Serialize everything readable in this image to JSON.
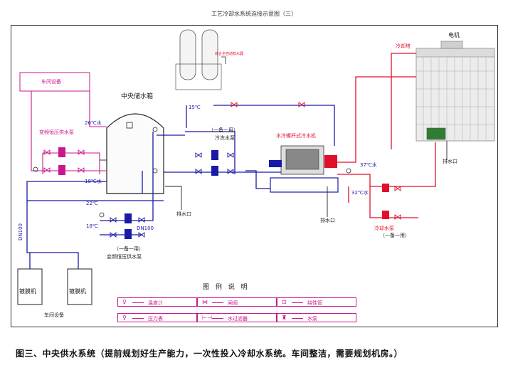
{
  "title": "工艺冷却水系统连接示意图（三）",
  "caption": "图三、中央供水系统（提前规划好生产能力，一次性投入冷却水系统。车间整洁，需要规划机房。）",
  "labels": {
    "workshop_top": "车间设备",
    "workshop_bottom": "车间设备",
    "central_tank": "中央储水箱",
    "vf_pump_top": "变频恒压供水泵",
    "vf_pump_bottom": "变频恒压供水泵",
    "standby1": "（一备一用）",
    "standby2": "（一备一用）",
    "standby3": "（一备一用）",
    "chilled_pump": "冷冻水泵",
    "chiller": "水冷螺杆式冷水机",
    "cooling_tower": "冷却塔",
    "motor": "电机",
    "cooling_pump": "冷却水泵",
    "drain1": "排水口",
    "drain2": "排水口",
    "drain3": "排水口",
    "dn100_a": "DN100",
    "dn100_b": "DN100",
    "membrane1": "镀膜机",
    "membrane2": "镀膜机",
    "softener": "综合全自动软水器",
    "t26": "26℃水",
    "t18a": "18℃水",
    "t15": "15℃",
    "t22": "22℃",
    "t18b": "18℃",
    "t37": "37℃水",
    "t32": "32℃水"
  },
  "legend": {
    "title": "图 例 说 明",
    "items": [
      {
        "symbol": "thermometer-icon",
        "glyph": "♀",
        "text": "温度计"
      },
      {
        "symbol": "valve-icon",
        "glyph": "⋈",
        "text": "闸阀"
      },
      {
        "symbol": "soft-joint-icon",
        "glyph": "⊡",
        "text": "绕性管"
      },
      {
        "symbol": "pressure-gauge-icon",
        "glyph": "♀",
        "text": "压力表"
      },
      {
        "symbol": "strainer-icon",
        "glyph": "⊢⊣",
        "text": "水过滤器"
      },
      {
        "symbol": "pump-icon",
        "glyph": "♜",
        "text": "水泵"
      }
    ]
  },
  "colors": {
    "blue": "#1a1aa6",
    "red": "#e0102a",
    "magenta": "#c8188c",
    "black": "#222222"
  }
}
